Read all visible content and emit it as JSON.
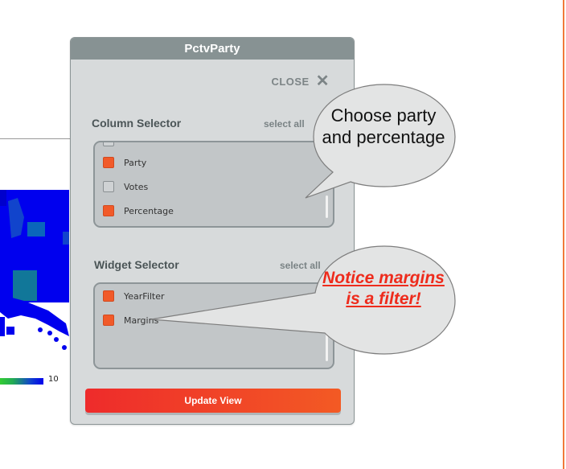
{
  "dialog": {
    "title": "PctvParty",
    "close_label": "CLOSE",
    "close_icon": "close-x-icon"
  },
  "column_selector": {
    "title": "Column Selector",
    "select_all": "select all",
    "items": [
      {
        "label": "Party",
        "checked": true
      },
      {
        "label": "Votes",
        "checked": false
      },
      {
        "label": "Percentage",
        "checked": true
      }
    ]
  },
  "widget_selector": {
    "title": "Widget Selector",
    "select_all": "select all",
    "items": [
      {
        "label": "YearFilter",
        "checked": true
      },
      {
        "label": "Margins",
        "checked": true
      }
    ]
  },
  "update_button": {
    "label": "Update View"
  },
  "callouts": {
    "column": "Choose party and percentage",
    "widget": "Notice margins is a filter!"
  },
  "map_legend": {
    "max_label": "10"
  },
  "colors": {
    "accent": "#f15a29",
    "header": "#879293",
    "panel": "#d7dadb",
    "callout_red": "#ee2b1c"
  }
}
